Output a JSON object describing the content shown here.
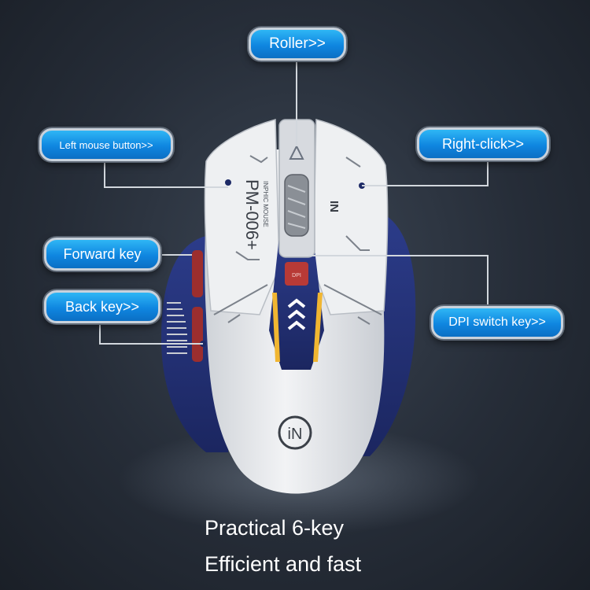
{
  "callouts": {
    "roller": "Roller>>",
    "left_button": "Left mouse button>>",
    "right_click": "Right-click>>",
    "forward": "Forward key",
    "back": "Back key>>",
    "dpi": "DPI switch key>>"
  },
  "mouse": {
    "model_text": "PM-006+",
    "brand_small": "INPHIC MOUSE",
    "side_mark": "IN",
    "dpi_button_text": "DPI",
    "logo": "iN"
  },
  "captions": {
    "line1": "Practical 6-key",
    "line2": "Efficient and fast"
  },
  "colors": {
    "callout_blue": "#1a9be8",
    "mouse_white": "#e9ebee",
    "mouse_navy": "#26347a",
    "accent_red": "#b83a36",
    "accent_yellow": "#f1b631"
  }
}
